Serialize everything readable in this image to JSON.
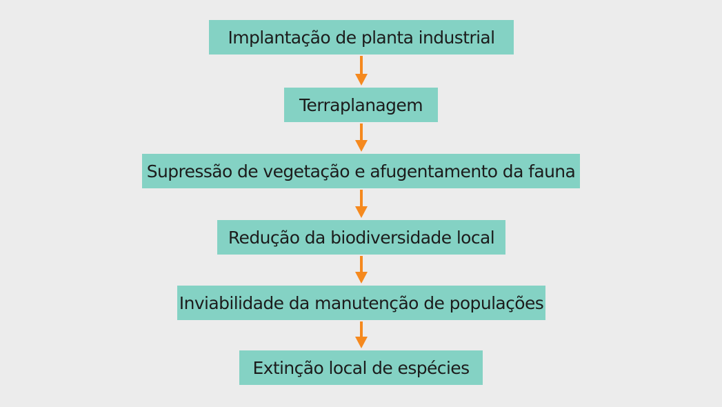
{
  "steps": [
    "Implantação de planta industrial",
    "Terraplanagem",
    "Supressão de vegetação e afugentamento da fauna",
    "Redução da biodiversidade local",
    "Inviabilidade da manutenção de populações",
    "Extinção local de espécies"
  ],
  "colors": {
    "background": "#ececec",
    "box_fill": "#84d2c4",
    "text": "#1c1c1c",
    "arrow": "#f5891e"
  },
  "connector_icon": "arrow-down-icon"
}
